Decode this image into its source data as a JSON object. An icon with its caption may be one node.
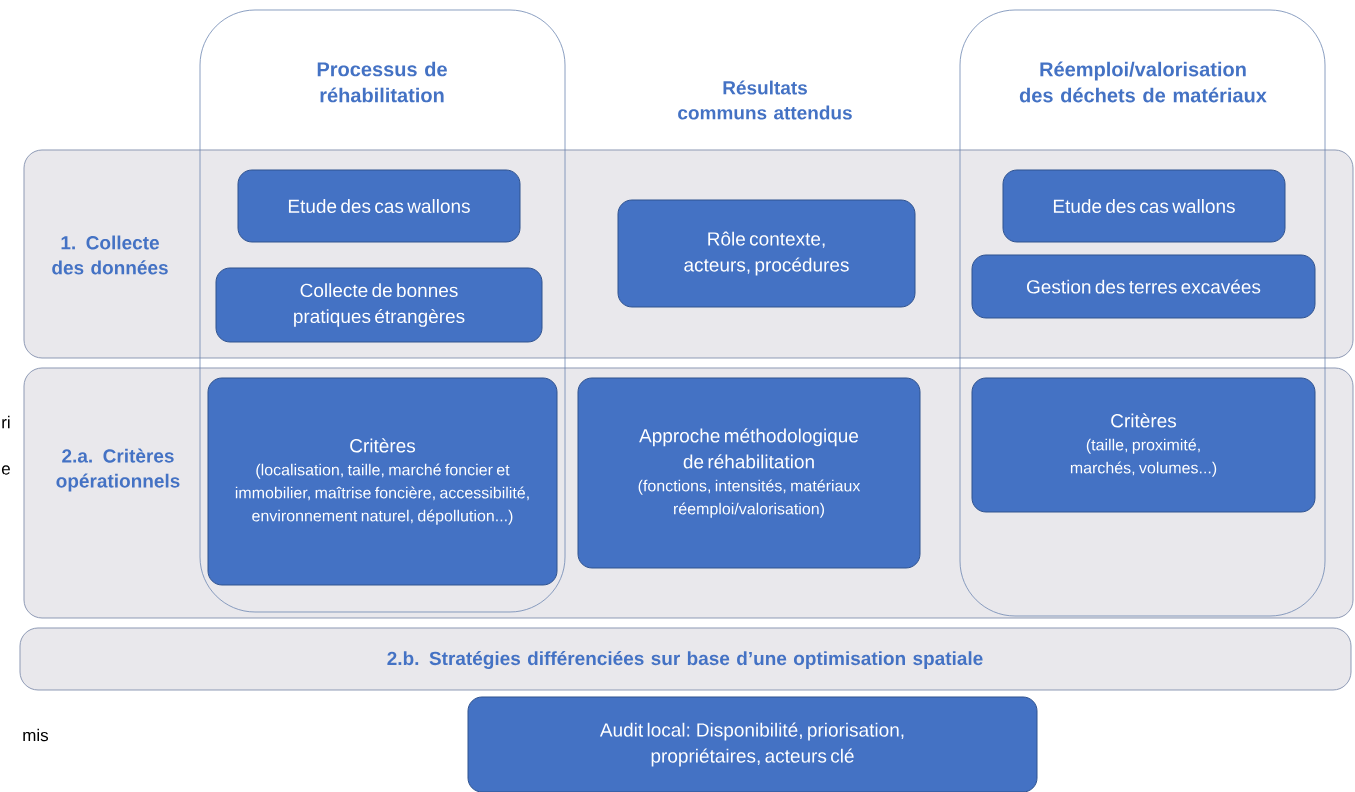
{
  "diagram": {
    "nodes": [
      {
        "text": [
          "Processus de réhabilitation"
        ]
      },
      {
        "text": [
          "Réemploi/valorisation des déchets de matériaux"
        ]
      },
      {
        "text": [
          "1. Collecte des données"
        ]
      },
      {
        "text": [
          "2.a. Critères opérationnels"
        ]
      },
      {
        "text": [
          "2.b. Stratégies différenciées sur base d’une optimisation spatiale"
        ]
      },
      {
        "text": [
          "Etude des cas wallons"
        ]
      },
      {
        "text": [
          "Collecte de bonnes pratiques étrangères"
        ]
      },
      {
        "text": [
          "Rôle contexte, acteurs, procédures"
        ],
        "in": 2
      },
      {
        "text": [
          "Etude des cas wallons"
        ]
      },
      {
        "text": [
          "Gestion des terres excavées"
        ]
      },
      {
        "text": [
          "Critères",
          "(localisation, taille, marché foncier et immobilier, maîtrise foncière, accessibilité, environnement naturel, dépollution...)"
        ]
      },
      {
        "text": [
          "Approche méthodologique de réhabilitation",
          "(fonctions, intensités, matériaux réemploi/valorisation)"
        ],
        "in": 3
      },
      {
        "text": [
          "Critères",
          "(taille, proximité, marchés, volumes...)"
        ]
      },
      {
        "text": [
          "Audit local: Disponibilité, priorisation, propriétaires, acteurs clé"
        ]
      }
    ],
    "labels": [
      "Résultats communs attendus",
      "ri",
      "e",
      "mis"
    ]
  }
}
